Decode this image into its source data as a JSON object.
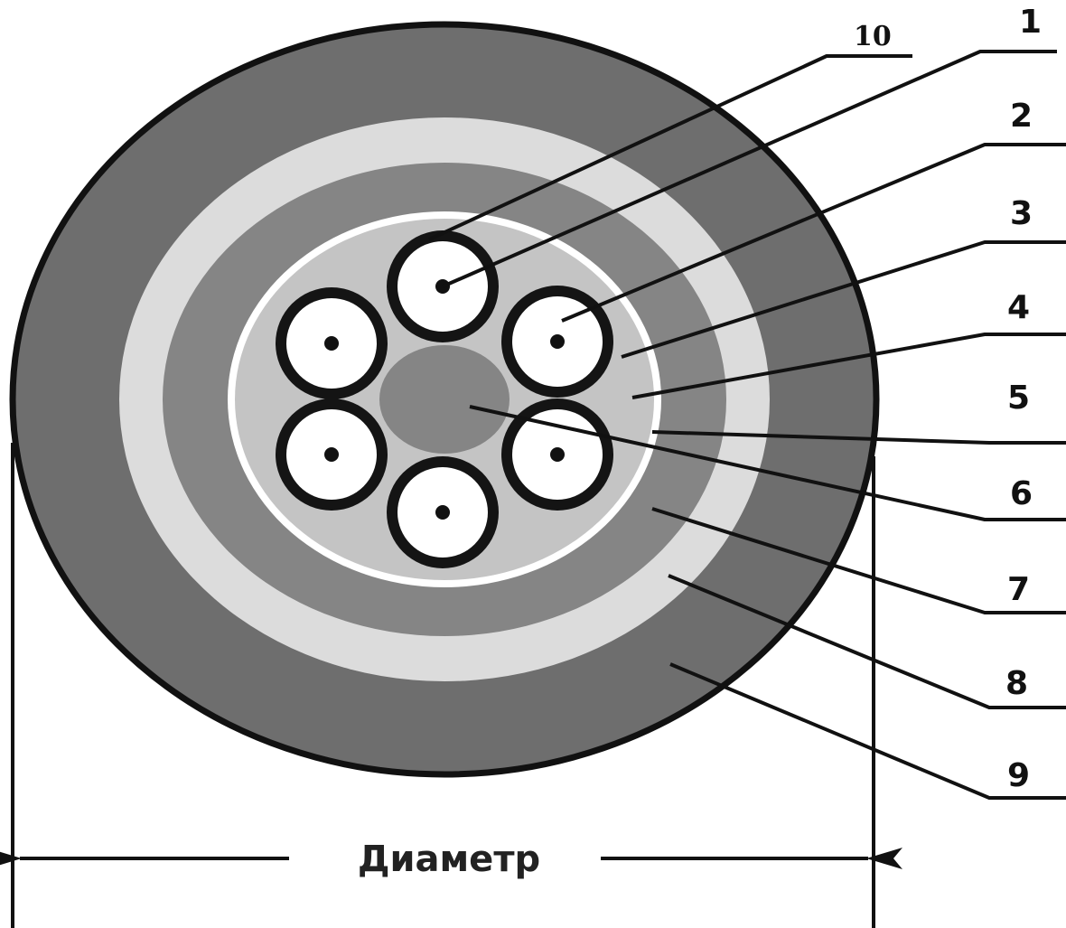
{
  "diagram": {
    "callouts": [
      "10",
      "1",
      "2",
      "3",
      "4",
      "5",
      "6",
      "7",
      "8",
      "9"
    ],
    "dimension_label": "Диаметр"
  },
  "colors": {
    "outer_sheath": "#6e6e6e",
    "light_band": "#dcdcdc",
    "mid_band": "#858585",
    "inner_fill": "#c4c4c4",
    "central_member": "#858585",
    "tube_ring": "#141414",
    "tube_fill": "#ffffff",
    "fiber_dot": "#111111",
    "line": "#111111"
  }
}
